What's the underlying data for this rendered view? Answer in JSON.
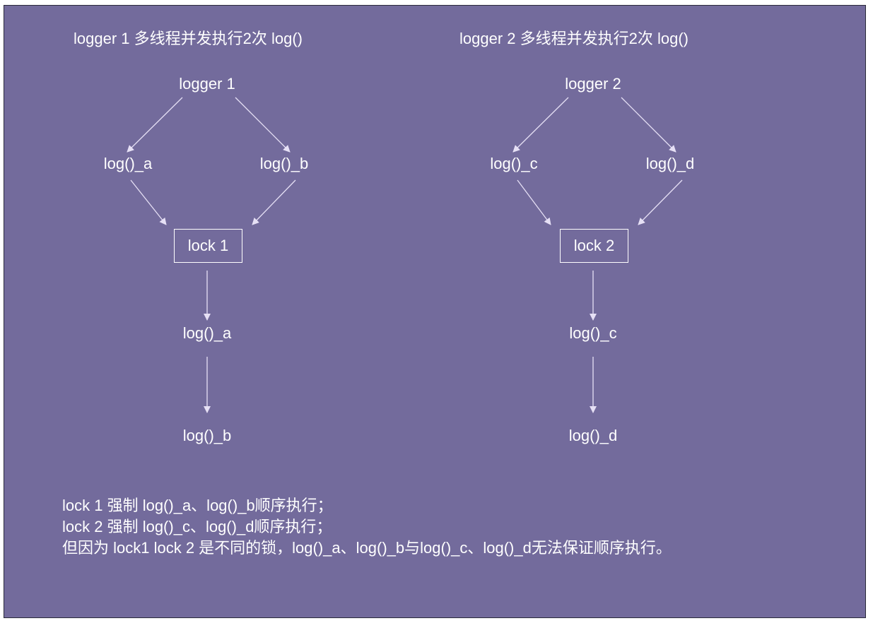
{
  "colors": {
    "background": "#736b9c",
    "foreground": "#ffffff",
    "arrow": "#e6e0f5"
  },
  "left": {
    "heading": "logger 1 多线程并发执行2次 log()",
    "root": "logger 1",
    "branch_a": "log()_a",
    "branch_b": "log()_b",
    "lock": "lock 1",
    "out_first": "log()_a",
    "out_second": "log()_b"
  },
  "right": {
    "heading": "logger 2 多线程并发执行2次 log()",
    "root": "logger 2",
    "branch_a": "log()_c",
    "branch_b": "log()_d",
    "lock": "lock 2",
    "out_first": "log()_c",
    "out_second": "log()_d"
  },
  "notes": [
    "lock 1 强制 log()_a、log()_b顺序执行；",
    "lock 2 强制 log()_c、log()_d顺序执行；",
    "但因为 lock1 lock 2 是不同的锁，log()_a、log()_b与log()_c、log()_d无法保证顺序执行。"
  ]
}
